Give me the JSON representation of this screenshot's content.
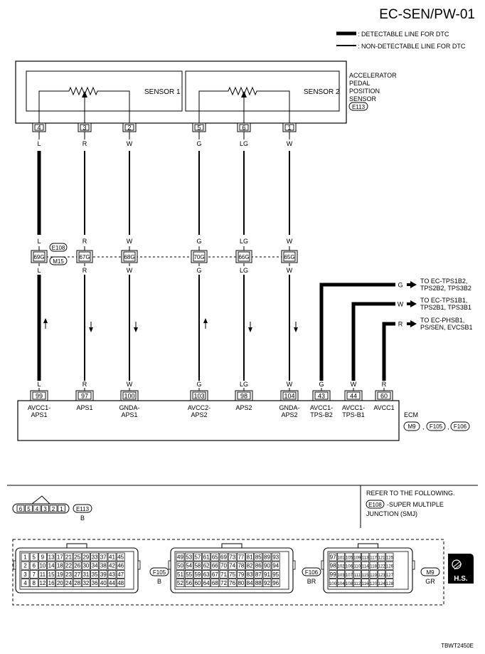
{
  "header": {
    "title": "EC-SEN/PW-01"
  },
  "legend": {
    "detectable": ": DETECTABLE LINE FOR DTC",
    "non_detectable": ": NON-DETECTABLE LINE FOR DTC"
  },
  "sensor": {
    "name_lines": [
      "ACCELERATOR",
      "PEDAL",
      "POSITION",
      "SENSOR"
    ],
    "connector": "E113",
    "sensor1_label": "SENSOR 1",
    "sensor2_label": "SENSOR 2"
  },
  "junction": {
    "connector_top": "E108",
    "connector_bottom": "M15"
  },
  "ecm": {
    "label": "ECM",
    "connectors": [
      "M9",
      "F105",
      "F106"
    ],
    "separator": ","
  },
  "wires": [
    {
      "sensor_pin": "4",
      "top_color": "L",
      "junction_pin": "69G",
      "bottom_color": "L",
      "ecm_pin": "99",
      "ecm_label": [
        "AVCC1-",
        "APS1"
      ],
      "arrow": "up",
      "detectable": true
    },
    {
      "sensor_pin": "3",
      "top_color": "R",
      "junction_pin": "67G",
      "bottom_color": "R",
      "ecm_pin": "97",
      "ecm_label": [
        "APS1"
      ],
      "arrow": "down",
      "detectable": false
    },
    {
      "sensor_pin": "2",
      "top_color": "W",
      "junction_pin": "68G",
      "bottom_color": "W",
      "ecm_pin": "100",
      "ecm_label": [
        "GNDA-",
        "APS1"
      ],
      "arrow": "down",
      "detectable": false
    },
    {
      "sensor_pin": "5",
      "top_color": "G",
      "junction_pin": "70G",
      "bottom_color": "G",
      "ecm_pin": "103",
      "ecm_label": [
        "AVCC2-",
        "APS2"
      ],
      "arrow": "up",
      "detectable": false
    },
    {
      "sensor_pin": "6",
      "top_color": "LG",
      "junction_pin": "66G",
      "bottom_color": "LG",
      "ecm_pin": "98",
      "ecm_label": [
        "APS2"
      ],
      "arrow": "down",
      "detectable": false
    },
    {
      "sensor_pin": "1",
      "top_color": "W",
      "junction_pin": "65G",
      "bottom_color": "W",
      "ecm_pin": "104",
      "ecm_label": [
        "GNDA-",
        "APS2"
      ],
      "arrow": "down",
      "detectable": false
    }
  ],
  "branches": [
    {
      "color": "G",
      "ecm_pin": "43",
      "ecm_label": [
        "AVCC1-",
        "TPS-B2"
      ],
      "to_lines": [
        "TO EC-TPS1B2,",
        "TPS2B2, TPS3B2"
      ]
    },
    {
      "color": "W",
      "ecm_pin": "44",
      "ecm_label": [
        "AVCC1-",
        "TPS-B1"
      ],
      "to_lines": [
        "TO EC-TPS1B1,",
        "TPS2B1, TPS3B1"
      ]
    },
    {
      "color": "R",
      "ecm_pin": "60",
      "ecm_label": [
        "AVCC1"
      ],
      "to_lines": [
        "TO EC-PHSB1,",
        "PS/SEN, EVCSB1"
      ]
    }
  ],
  "refer": {
    "title": "REFER TO THE FOLLOWING.",
    "connector": "E108",
    "text_lines": [
      "-SUPER MULTIPLE",
      "JUNCTION (SMJ)"
    ]
  },
  "small_connector": {
    "pins": [
      "6",
      "5",
      "4",
      "3",
      "2",
      "1"
    ],
    "connector": "E113",
    "color": "B"
  },
  "large_connectors": [
    {
      "connector": "F105",
      "color": "B",
      "rows": [
        [
          "1",
          "5",
          "9",
          "13",
          "17",
          "21",
          "25",
          "29",
          "33",
          "37",
          "41",
          "45"
        ],
        [
          "2",
          "6",
          "10",
          "14",
          "18",
          "22",
          "26",
          "30",
          "34",
          "38",
          "42",
          "46"
        ],
        [
          "3",
          "7",
          "11",
          "15",
          "19",
          "23",
          "27",
          "31",
          "35",
          "39",
          "43",
          "47"
        ],
        [
          "4",
          "8",
          "12",
          "16",
          "20",
          "24",
          "28",
          "32",
          "36",
          "40",
          "44",
          "48"
        ]
      ]
    },
    {
      "connector": "F106",
      "color": "BR",
      "rows": [
        [
          "49",
          "53",
          "57",
          "61",
          "65",
          "69",
          "73",
          "77",
          "81",
          "85",
          "89",
          "93"
        ],
        [
          "50",
          "54",
          "58",
          "62",
          "66",
          "70",
          "74",
          "78",
          "82",
          "86",
          "90",
          "94"
        ],
        [
          "51",
          "55",
          "59",
          "63",
          "67",
          "71",
          "75",
          "79",
          "83",
          "87",
          "91",
          "95"
        ],
        [
          "52",
          "56",
          "60",
          "64",
          "68",
          "72",
          "76",
          "80",
          "84",
          "88",
          "92",
          "96"
        ]
      ]
    },
    {
      "connector": "M9",
      "color": "GR",
      "rows": [
        [
          "97",
          "101",
          "105",
          "109",
          "113",
          "117",
          "121",
          "125"
        ],
        [
          "98",
          "102",
          "106",
          "110",
          "114",
          "118",
          "122",
          "126"
        ],
        [
          "99",
          "103",
          "107",
          "111",
          "115",
          "119",
          "123",
          "127"
        ],
        [
          "100",
          "104",
          "108",
          "112",
          "116",
          "120",
          "124",
          "128"
        ]
      ]
    }
  ],
  "hs_badge": "H.S.",
  "figure_code": "TBWT2450E"
}
